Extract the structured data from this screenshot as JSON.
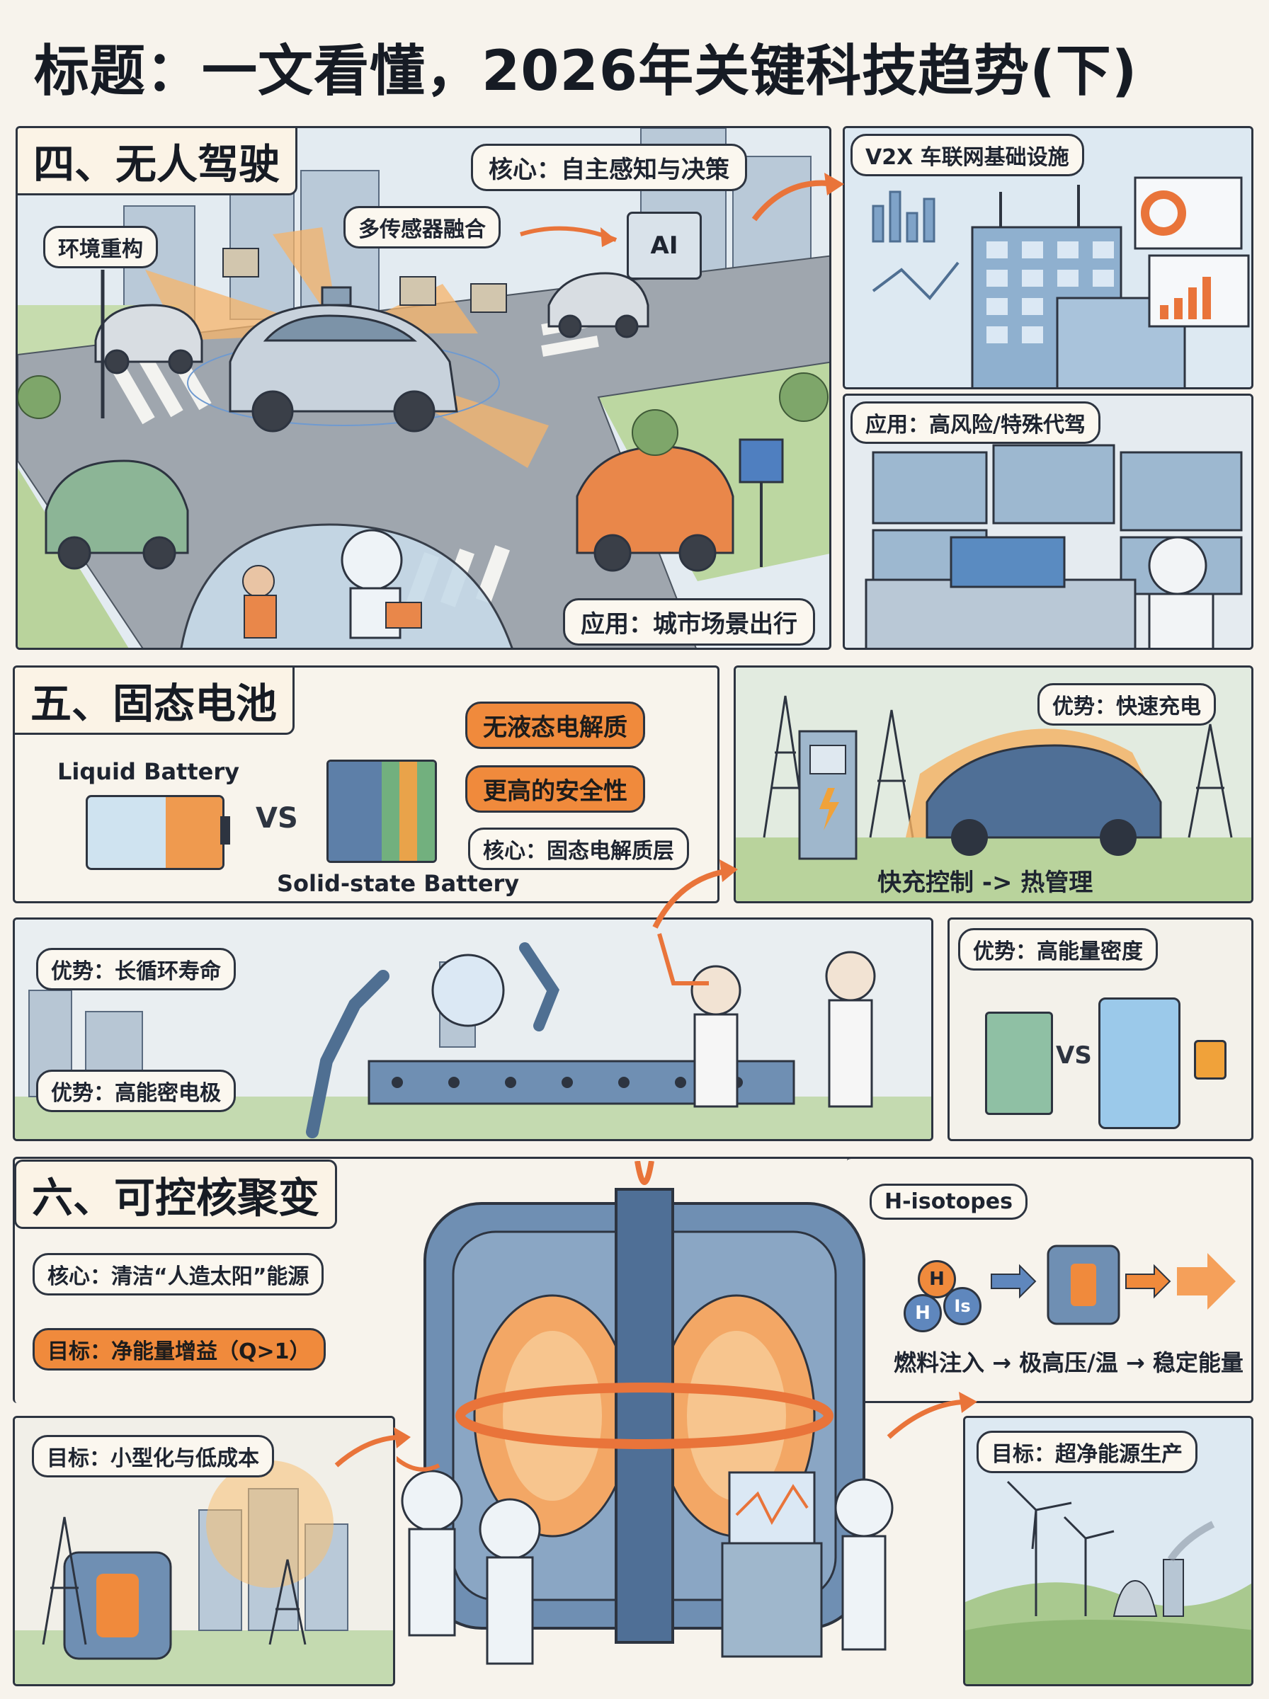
{
  "page_title": "标题：一文看懂，2026年关键科技趋势(下)",
  "sections": {
    "autonomous": {
      "title": "四、无人驾驶",
      "core": "核心：自主感知与决策",
      "fusion": "多传感器融合",
      "env": "环境重构",
      "ai_chip": "AI",
      "app_city": "应用：城市场景出行",
      "v2x": "V2X 车联网基础设施",
      "app_remote": "应用：高风险/特殊代驾"
    },
    "battery": {
      "title": "五、固态电池",
      "liquid_label": "Liquid Battery",
      "vs": "VS",
      "solid_label": "Solid-state Battery",
      "no_liquid": "无液态电解质",
      "safer": "更高的安全性",
      "core": "核心：固态电解质层",
      "fast_charge": "优势：快速充电",
      "fast_charge_caption": "快充控制 -> 热管理",
      "long_life": "优势：长循环寿命",
      "dense_electrode": "优势：高能密电极",
      "high_density": "优势：高能量密度",
      "vs2": "VS"
    },
    "fusion": {
      "title": "六、可控核聚变",
      "core": "核心：清洁“人造太阳”能源",
      "goal_gain": "目标：净能量增益（Q>1）",
      "goal_small": "目标：小型化与低成本",
      "isotopes": "H-isotopes",
      "atom_h1": "H",
      "atom_h2": "H",
      "atom_is": "Is",
      "flow": "燃料注入 → 极高压/温 → 稳定能量",
      "goal_clean": "目标：超净能源生产"
    }
  },
  "colors": {
    "accent_orange": "#f08a3c",
    "ink": "#2d3440",
    "steel_blue": "#6f8fb3",
    "paper": "#f7f3ec"
  },
  "icons": [
    "ai-chip-icon",
    "wifi-signal-icon",
    "battery-icon",
    "lightning-icon",
    "arrow-icon",
    "wind-turbine-icon",
    "power-tower-icon"
  ]
}
